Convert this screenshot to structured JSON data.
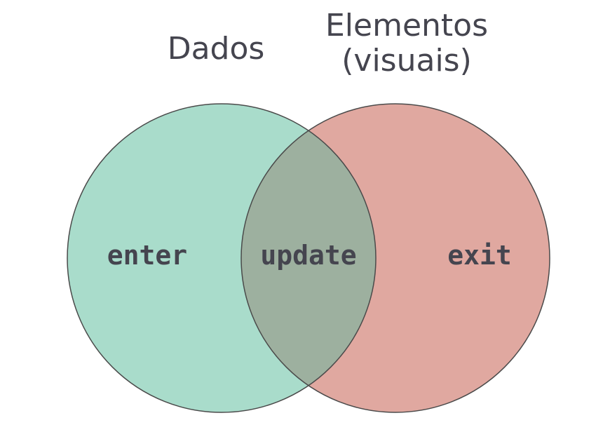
{
  "diagram": {
    "titles": {
      "data_set": "Dados",
      "elements_set_line1": "Elementos",
      "elements_set_line2": "(visuais)"
    },
    "regions": {
      "enter": "enter",
      "update": "update",
      "exit": "exit"
    },
    "colors": {
      "data_circle_fill": "#a9dccb",
      "elements_circle_fill": "#e0a8a0",
      "overlap_fill": "#9db09f",
      "outline": "#4a4a4a",
      "title_text": "#45454f",
      "label_text": "#45454f",
      "background": "#ffffff"
    }
  }
}
